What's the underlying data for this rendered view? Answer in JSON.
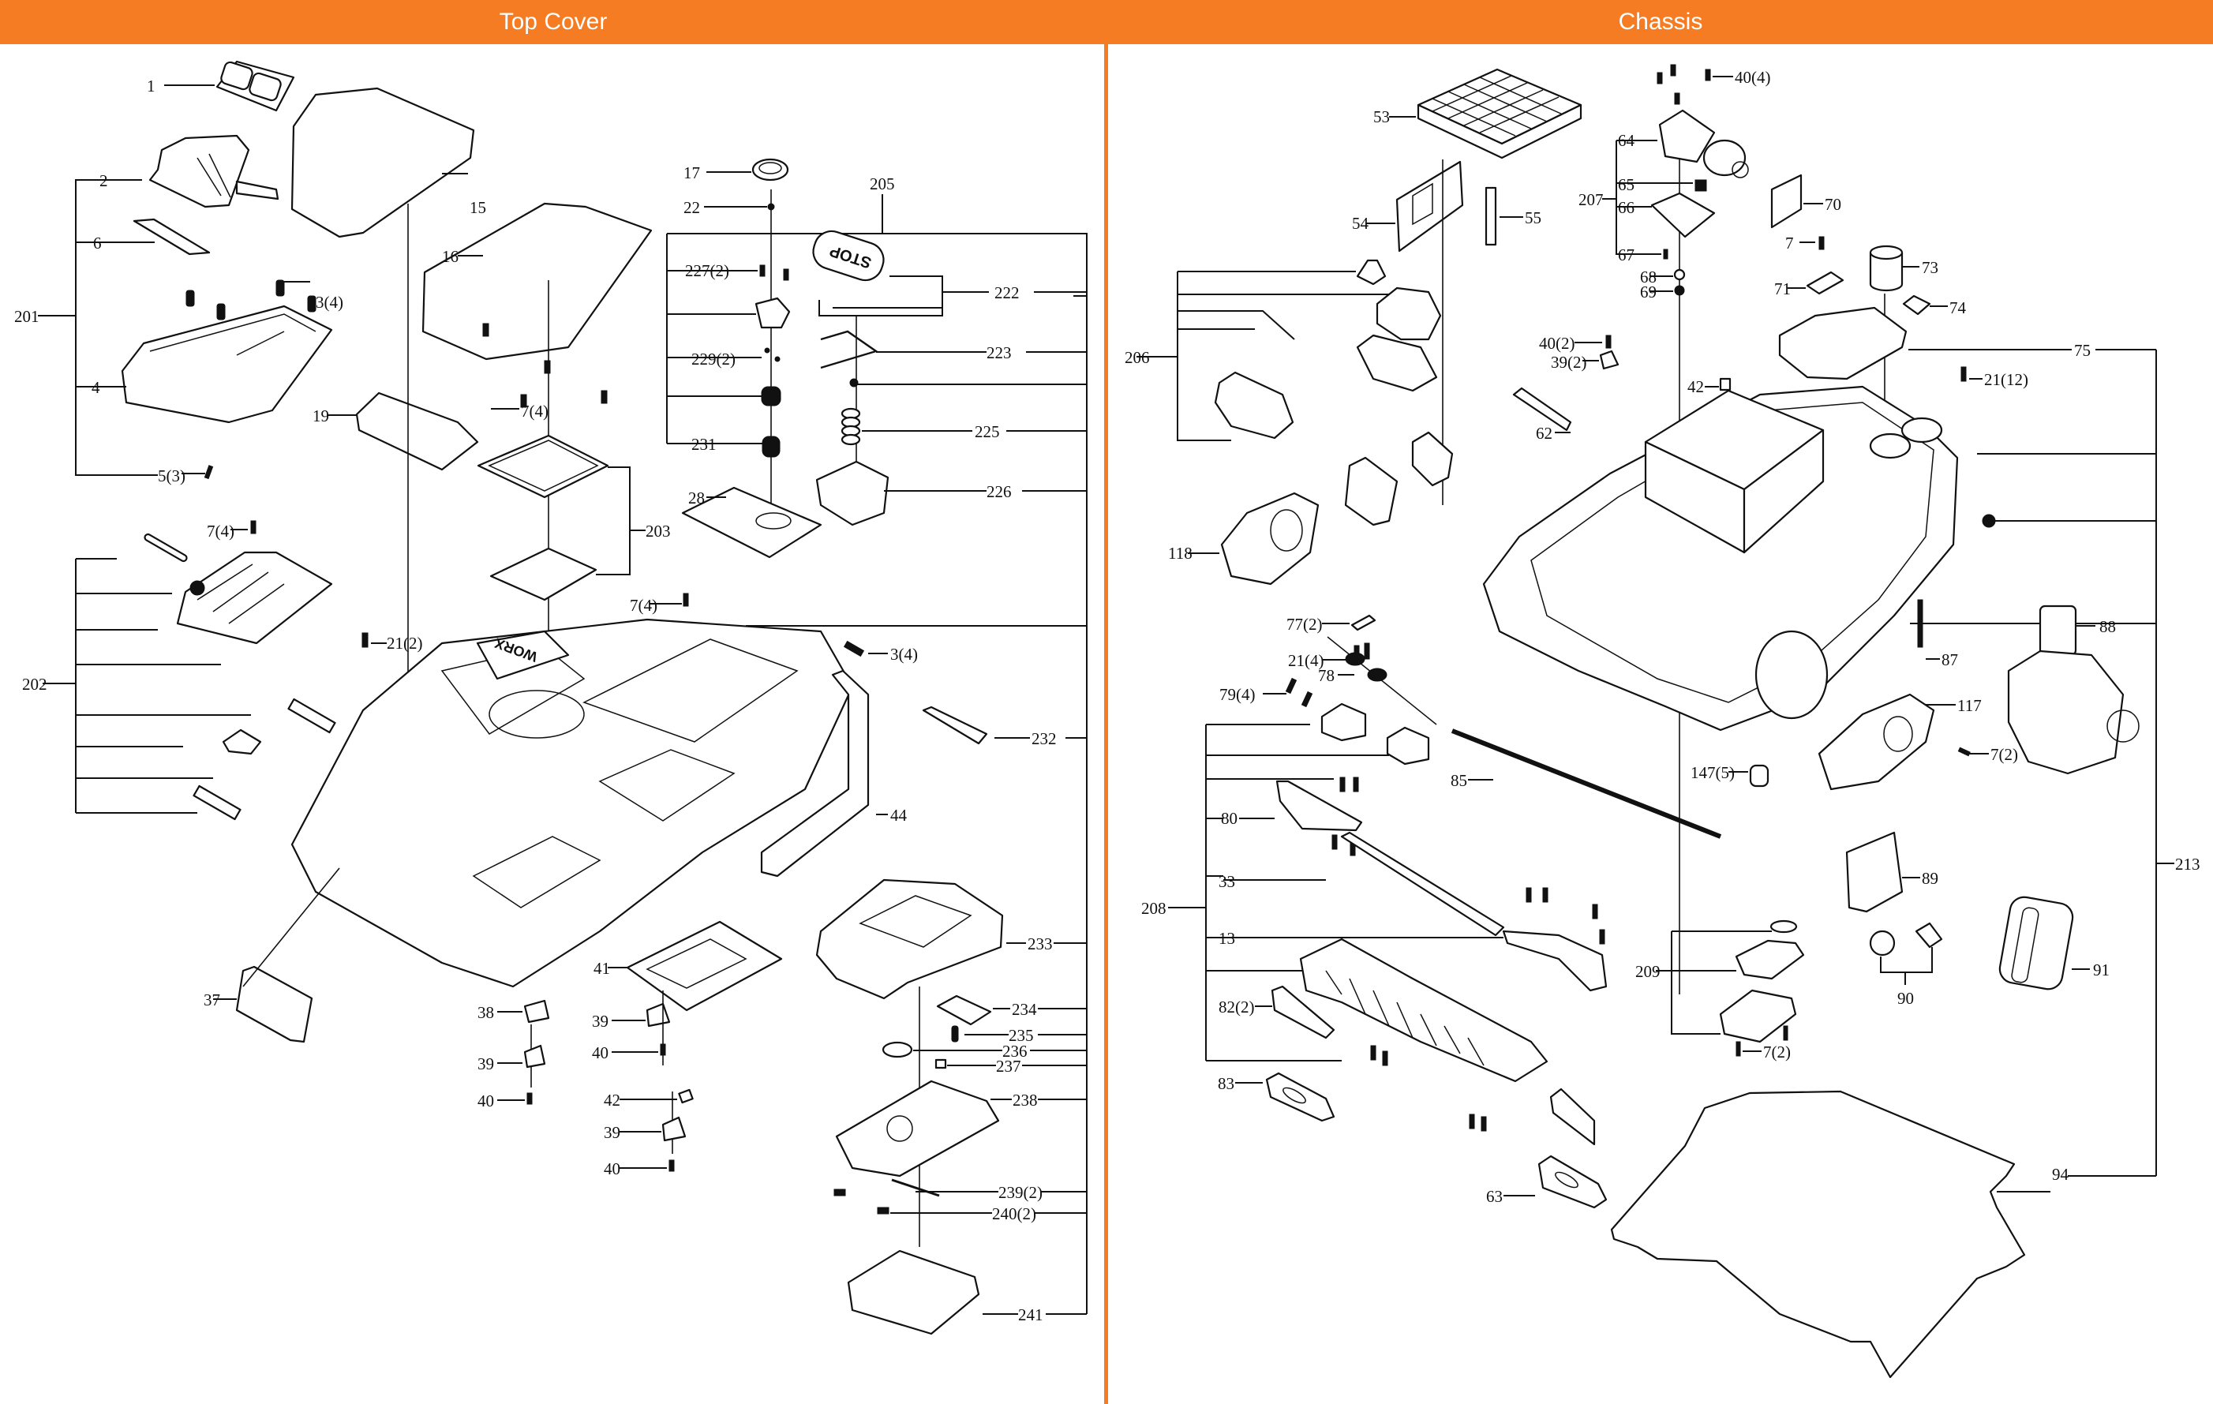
{
  "header": {
    "left_title": "Top Cover",
    "right_title": "Chassis",
    "accent_color": "#f57c22"
  },
  "top_cover": {
    "assembly_labels": [
      "201",
      "202",
      "203",
      "205"
    ],
    "part_labels": {
      "p1": "1",
      "p2": "2",
      "p6": "6",
      "p3a": "3(4)",
      "p4": "4",
      "p5": "5(3)",
      "p201": "201",
      "p15": "15",
      "p16": "16",
      "p17": "17",
      "p22": "22",
      "p205": "205",
      "p227": "227(2)",
      "p222": "222",
      "p223": "223",
      "p229": "229(2)",
      "p225": "225",
      "p231": "231",
      "p226": "226",
      "p7a": "7(4)",
      "p203": "203",
      "p19": "19",
      "p7b": "7(4)",
      "p28": "28",
      "p202": "202",
      "p21": "21(2)",
      "p7c": "7(4)",
      "p3b": "3(4)",
      "p232": "232",
      "p44": "44",
      "p233": "233",
      "p234": "234",
      "p235": "235",
      "p236": "236",
      "p237": "237",
      "p238": "238",
      "p239": "239(2)",
      "p240": "240(2)",
      "p241": "241",
      "p37": "37",
      "p38": "38",
      "p39a": "39",
      "p40a": "40",
      "p39b": "39",
      "p40b": "40",
      "p41": "41",
      "p42": "42",
      "p39c": "39",
      "p40c": "40"
    },
    "emboss_logo": "WORX",
    "stop_button_text": "STOP"
  },
  "chassis": {
    "assembly_labels": [
      "206",
      "207",
      "208",
      "209",
      "213"
    ],
    "part_labels": {
      "p53": "53",
      "p54": "54",
      "p55": "55",
      "p40a": "40(4)",
      "p64": "64",
      "p65": "65",
      "p66": "66",
      "p67": "67",
      "p207": "207",
      "p70": "70",
      "p7a": "7",
      "p68": "68",
      "p69": "69",
      "p71": "71",
      "p73": "73",
      "p74": "74",
      "p75": "75",
      "p206": "206",
      "p40b": "40(2)",
      "p39": "39(2)",
      "p42": "42",
      "p62": "62",
      "p21a": "21(12)",
      "p118": "118",
      "p77": "77(2)",
      "p21b": "21(4)",
      "p78": "78",
      "p79": "79(4)",
      "p88": "88",
      "p87": "87",
      "p117": "117",
      "p7b": "7(2)",
      "p85": "85",
      "p147": "147(5)",
      "p213": "213",
      "p80": "80",
      "p33": "33",
      "p208": "208",
      "p13": "13",
      "p89": "89",
      "p209": "209",
      "p90": "90",
      "p91": "91",
      "p82": "82(2)",
      "p7c": "7(2)",
      "p83": "83",
      "p63": "63",
      "p94": "94"
    }
  }
}
